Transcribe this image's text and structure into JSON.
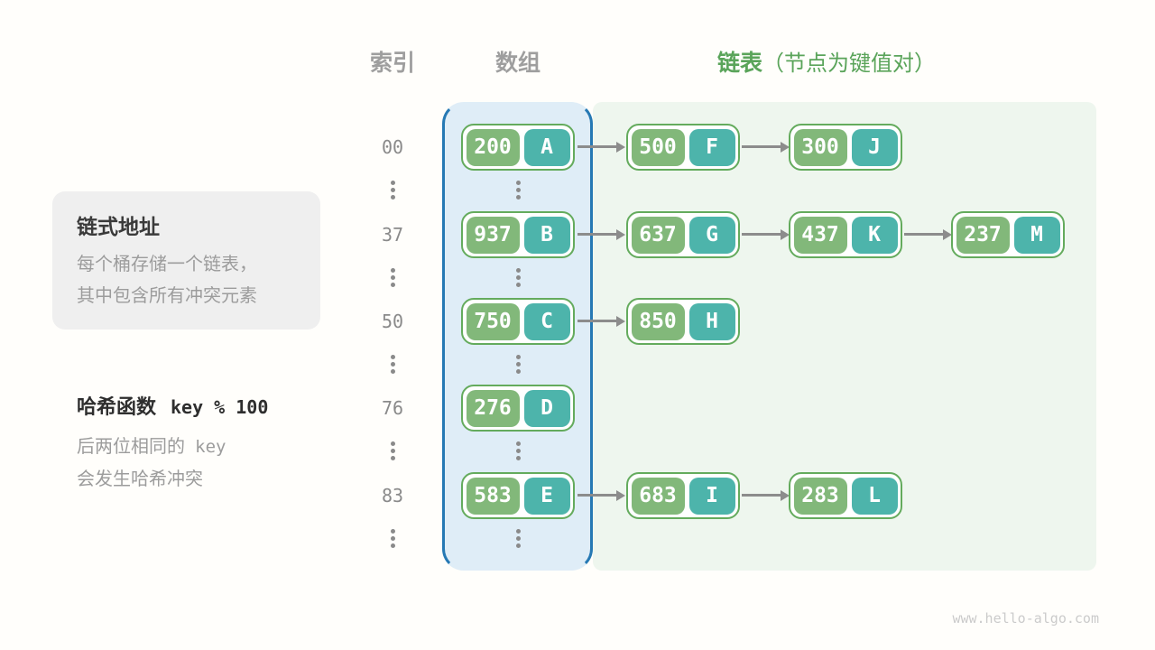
{
  "headers": {
    "index": "索引",
    "array": "数组",
    "list": "链表",
    "list_note": "（节点为键值对）"
  },
  "legend": {
    "title": "链式地址",
    "line1": "每个桶存储一个链表，",
    "line2": "其中包含所有冲突元素"
  },
  "hash_note": {
    "label": "哈希函数",
    "formula": "key % 100",
    "line1_text": "后两位相同的",
    "line1_code": "key",
    "line2": "会发生哈希冲突"
  },
  "rows": [
    {
      "index": "00",
      "bucket": {
        "key": "200",
        "value": "A"
      },
      "chain": [
        {
          "key": "500",
          "value": "F"
        },
        {
          "key": "300",
          "value": "J"
        }
      ]
    },
    {
      "index": "37",
      "bucket": {
        "key": "937",
        "value": "B"
      },
      "chain": [
        {
          "key": "637",
          "value": "G"
        },
        {
          "key": "437",
          "value": "K"
        },
        {
          "key": "237",
          "value": "M"
        }
      ]
    },
    {
      "index": "50",
      "bucket": {
        "key": "750",
        "value": "C"
      },
      "chain": [
        {
          "key": "850",
          "value": "H"
        }
      ]
    },
    {
      "index": "76",
      "bucket": {
        "key": "276",
        "value": "D"
      },
      "chain": []
    },
    {
      "index": "83",
      "bucket": {
        "key": "583",
        "value": "E"
      },
      "chain": [
        {
          "key": "683",
          "value": "I"
        },
        {
          "key": "283",
          "value": "L"
        }
      ]
    }
  ],
  "watermark": "www.hello-algo.com",
  "colors": {
    "key_cell": "#82b87a",
    "value_cell": "#4db4ab",
    "node_border": "#64ab5d",
    "array_region_bg": "#dfedf7",
    "array_region_border": "#2679b4",
    "list_region_bg": "#eef6ee",
    "header_green": "#5aa45a",
    "header_gray": "#9e9e9e",
    "arrow": "#8c8c8c"
  }
}
